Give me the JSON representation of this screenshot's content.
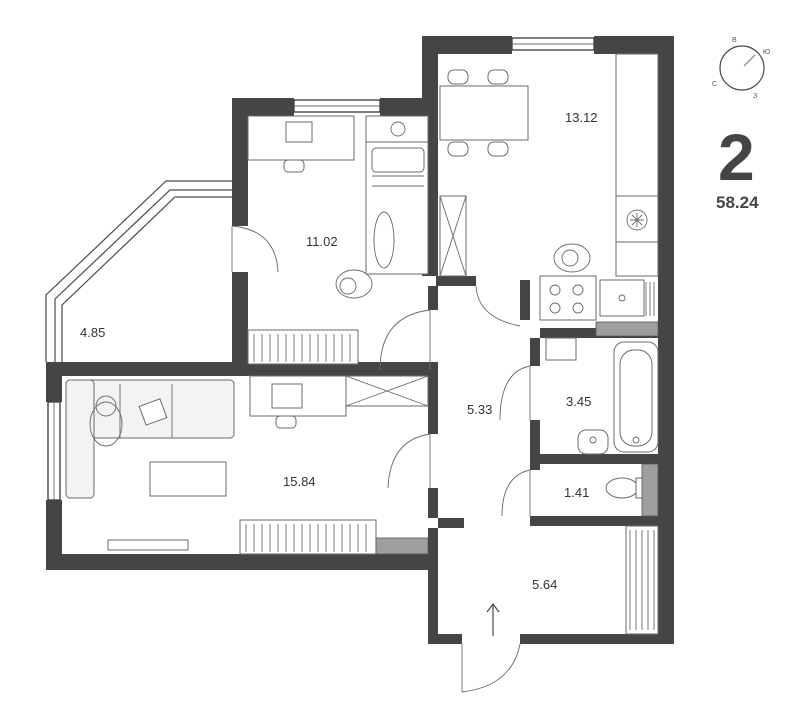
{
  "plan": {
    "rooms_count": "2",
    "total_area": "58.24",
    "rooms": {
      "kitchen": "13.12",
      "bedroom": "11.02",
      "balcony": "4.85",
      "living": "15.84",
      "hall": "5.33",
      "bathroom": "3.45",
      "toilet": "1.41",
      "entrance": "5.64"
    }
  },
  "compass": {
    "north": "В",
    "east": "Ю",
    "south": "З",
    "west": "С",
    "icon": "compass-icon"
  },
  "colors": {
    "wall": "#444547",
    "text": "#333333",
    "accent_gray": "#9e9e9e"
  }
}
